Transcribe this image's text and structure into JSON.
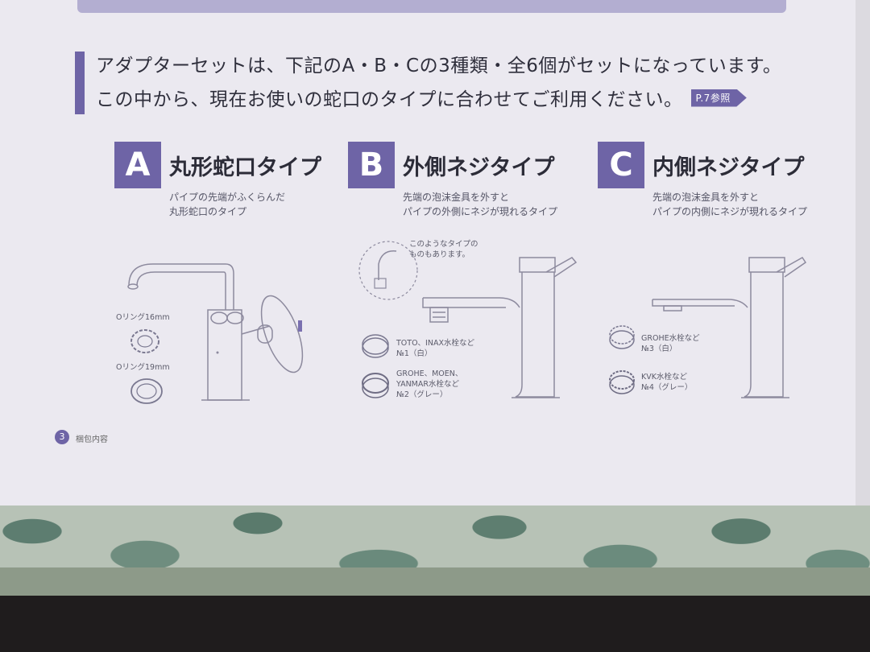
{
  "headline": {
    "line1": "アダプターセットは、下記のA・B・Cの3種類・全6個がセットになっています。",
    "line2": "この中から、現在お使いの蛇口のタイプに合わせてご利用ください。",
    "ref": "P.7参照"
  },
  "types": [
    {
      "letter": "A",
      "title": "丸形蛇口タイプ",
      "desc1": "パイプの先端がふくらんだ",
      "desc2": "丸形蛇口のタイプ",
      "labels": [
        "Oリング16mm",
        "Oリング19mm"
      ]
    },
    {
      "letter": "B",
      "title": "外側ネジタイプ",
      "desc1": "先端の泡沫金具を外すと",
      "desc2": "パイプの外側にネジが現れるタイプ",
      "note1": "このようなタイプの",
      "note2": "ものもあります。",
      "adapters": [
        {
          "line1": "TOTO、INAX水栓など",
          "line2": "№1（白）"
        },
        {
          "line1": "GROHE、MOEN、",
          "line2": "YANMAR水栓など",
          "line3": "№2（グレー）"
        }
      ]
    },
    {
      "letter": "C",
      "title": "内側ネジタイプ",
      "desc1": "先端の泡沫金具を外すと",
      "desc2": "パイプの内側にネジが現れるタイプ",
      "adapters": [
        {
          "line1": "GROHE水栓など",
          "line2": "№3（白）"
        },
        {
          "line1": "KVK水栓など",
          "line2": "№4（グレー）"
        }
      ]
    }
  ],
  "footer": {
    "page_number": "3",
    "section": "梱包内容"
  },
  "colors": {
    "accent": "#6e64a6",
    "paper": "#ebe9f0",
    "text": "#2f2f3c"
  }
}
